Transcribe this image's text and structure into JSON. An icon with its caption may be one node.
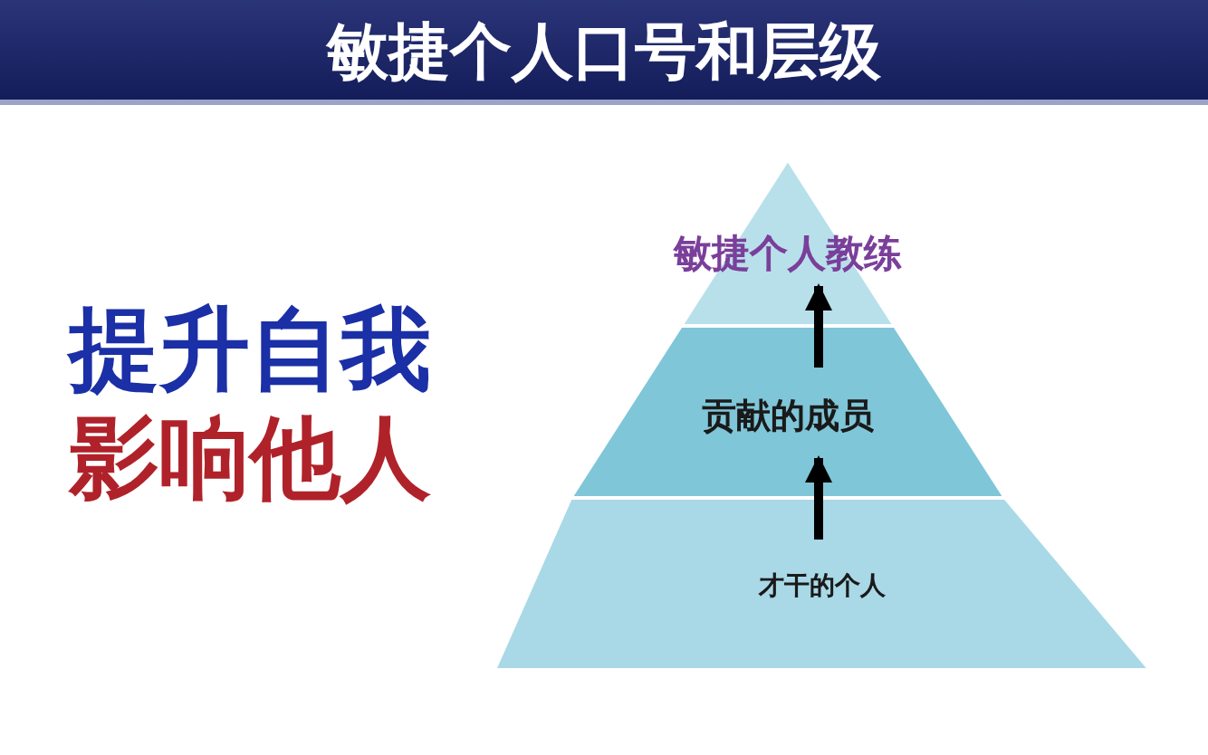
{
  "diagram": {
    "title": "敏捷个人口号和层级",
    "nodes": [
      {
        "text": [
          "敏捷个人教练"
        ]
      },
      {
        "text": [
          "贡献的成员"
        ]
      },
      {
        "text": [
          "才干的个人"
        ]
      }
    ],
    "edges": [
      {
        "from": 2,
        "to": 1,
        "arrow": "to"
      },
      {
        "from": 1,
        "to": 0,
        "arrow": "to"
      }
    ],
    "labels": [
      "提升自我",
      "影响他人"
    ]
  }
}
